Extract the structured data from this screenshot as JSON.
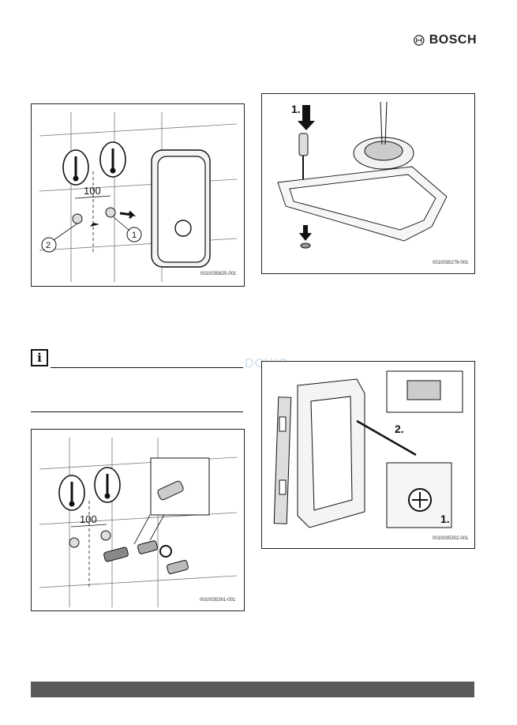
{
  "header": {
    "brand": "BOSCH"
  },
  "figures": {
    "fig1": {
      "code": "0010035825-001",
      "dimension": "100",
      "callouts": [
        "2",
        "1"
      ]
    },
    "fig2": {
      "code": "0010035279-001",
      "step1": "1."
    },
    "fig3": {
      "code": "0010035301-001",
      "dimension": "100"
    },
    "fig4": {
      "code": "0010035302-001",
      "step1": "1.",
      "step2": "2."
    }
  },
  "info_icon": {
    "glyph": "i"
  },
  "icons": [
    "bosch-logo-icon",
    "info-icon",
    "thermometer-icon",
    "screwdriver-icon",
    "arrow-icon"
  ],
  "colors": {
    "footer": "#5a5a5a",
    "border": "#222222"
  }
}
